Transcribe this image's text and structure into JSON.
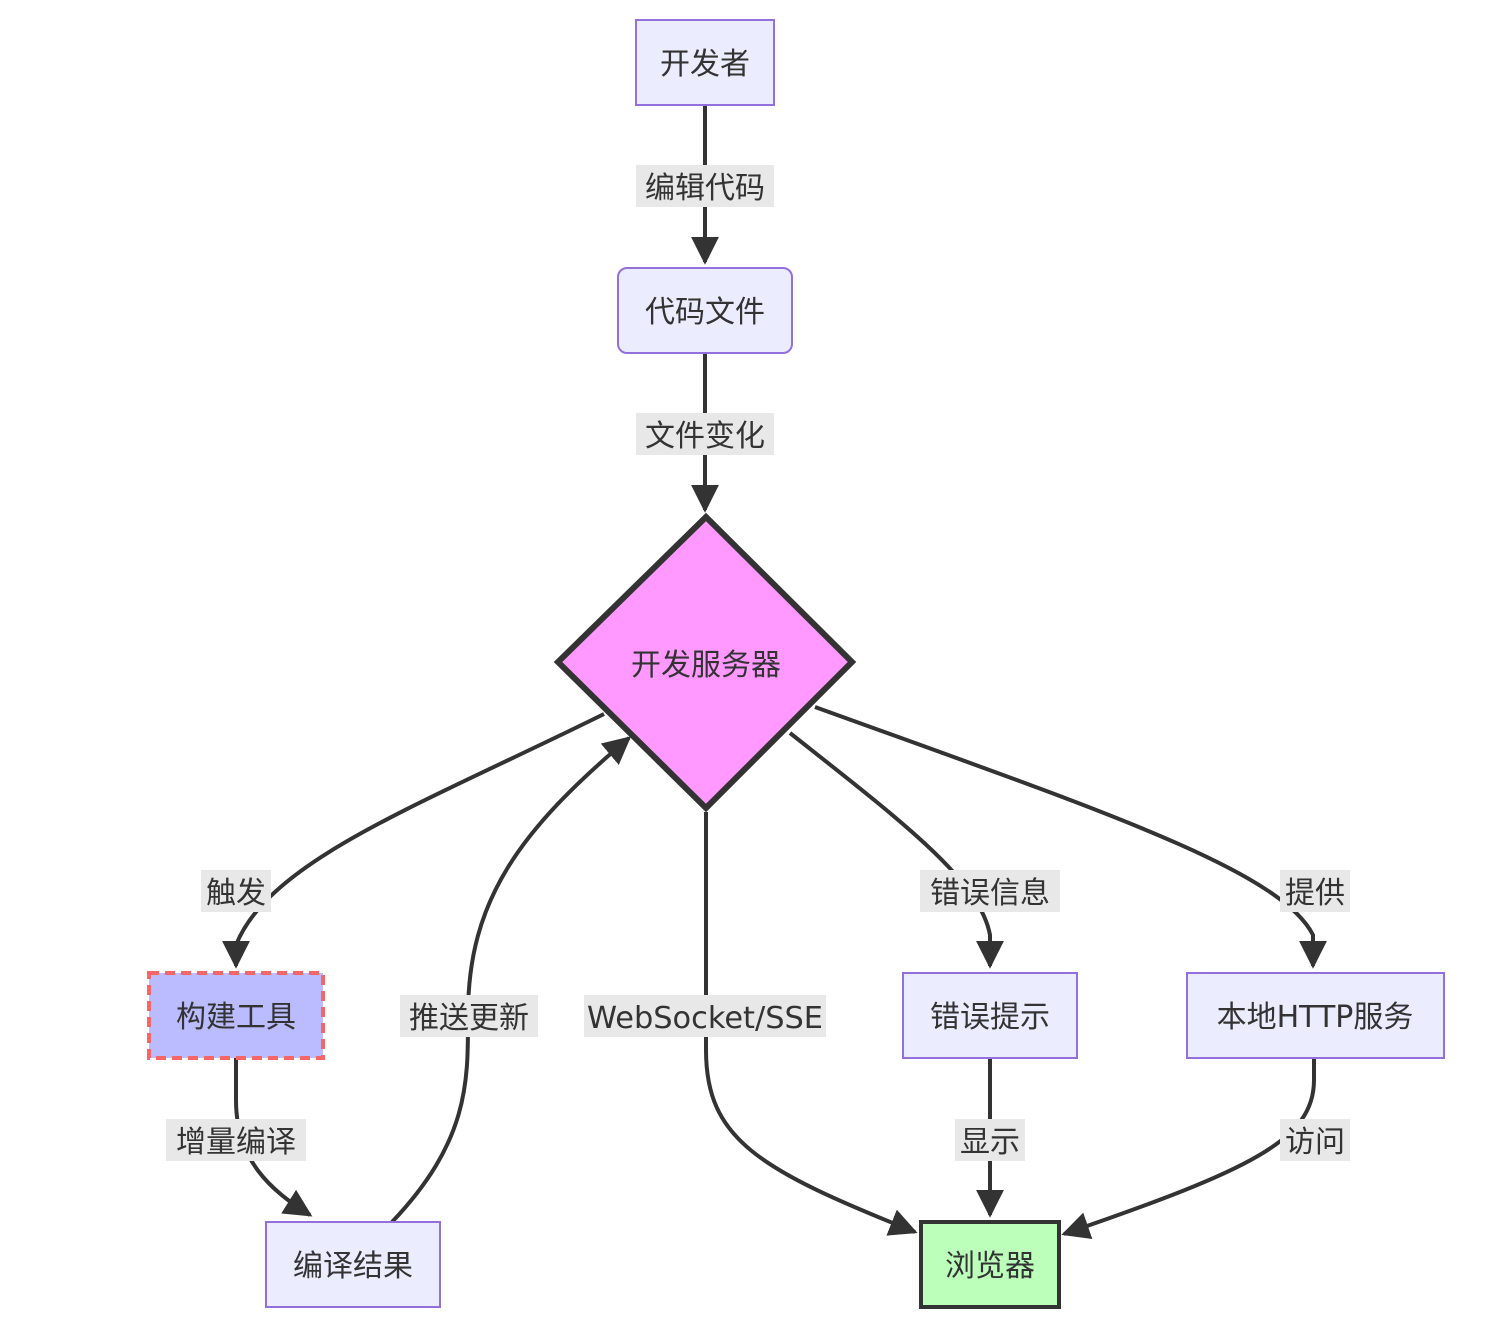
{
  "colors": {
    "node_fill": "#ececff",
    "node_stroke": "#9370db",
    "server_fill": "#ff99ff",
    "builder_fill": "#bbbbff",
    "builder_stroke": "#f66666",
    "browser_fill": "#bbffbb",
    "edge": "#333333",
    "label_bg": "#e8e8e8"
  },
  "nodes": {
    "developer": "开发者",
    "code_files": "代码文件",
    "dev_server": "开发服务器",
    "build_tool": "构建工具",
    "compile_result": "编译结果",
    "error_prompt": "错误提示",
    "http_service": "本地HTTP服务",
    "browser": "浏览器"
  },
  "edges": {
    "edit_code": "编辑代码",
    "file_change": "文件变化",
    "trigger": "触发",
    "push_update": "推送更新",
    "websocket": "WebSocket/SSE",
    "error_info": "错误信息",
    "provide": "提供",
    "incremental_compile": "增量编译",
    "display": "显示",
    "visit": "访问"
  }
}
